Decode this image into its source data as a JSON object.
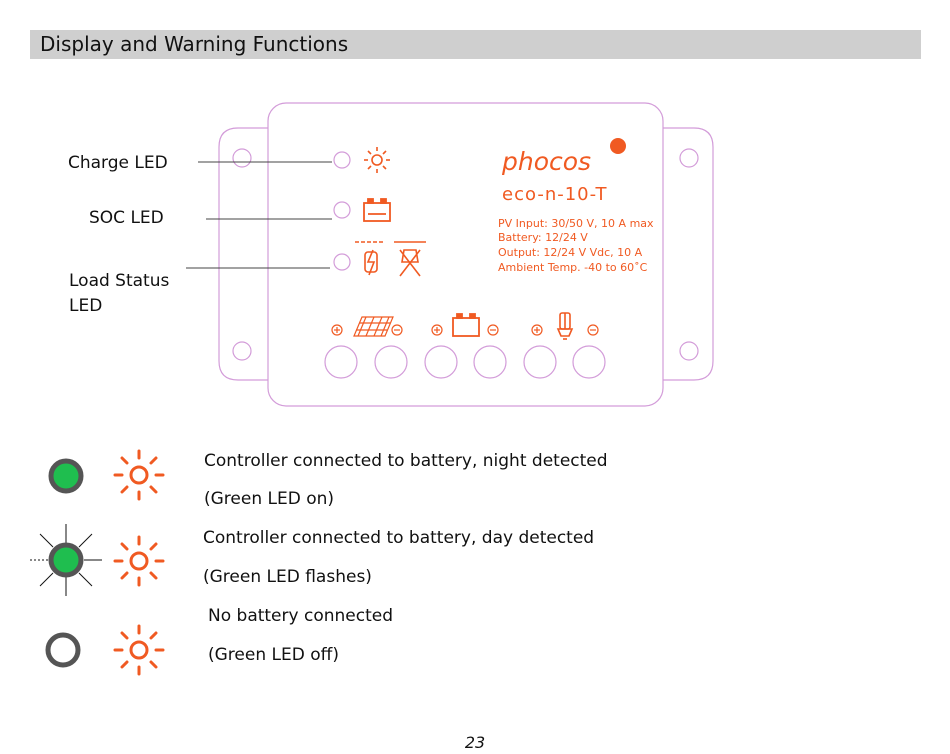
{
  "header": {
    "title": "Display and Warning Functions"
  },
  "labels": {
    "charge_led": "Charge LED",
    "soc_led": "SOC LED",
    "load_status_line1": "Load Status",
    "load_status_line2": "LED"
  },
  "device": {
    "brand": "phocos",
    "model": "eco-n-10-T",
    "specs": [
      "PV Input: 30/50 V, 10 A max",
      "Battery: 12/24 V",
      "Output: 12/24 V Vdc, 10 A",
      "Ambient Temp. -40 to 60˚C"
    ]
  },
  "states": [
    {
      "line1": "Controller connected to battery, night detected",
      "line2": "(Green LED on)",
      "led": "on"
    },
    {
      "line1": "Controller connected to battery, day detected",
      "line2": "(Green LED flashes)",
      "led": "flashing"
    },
    {
      "line1": "No battery connected",
      "line2": "(Green LED off)",
      "led": "off"
    }
  ],
  "colors": {
    "accent": "#f05a22",
    "outline": "#d39cd9",
    "led_green": "#1fbe4f",
    "led_ring": "#555555",
    "header_bg": "#cfcfcf"
  },
  "icons": [
    "sun-icon",
    "battery-icon",
    "load-disconnected-icon",
    "solar-panel-icon",
    "bulb-icon",
    "plus-icon",
    "minus-icon"
  ],
  "footer": {
    "page_number": "23"
  }
}
